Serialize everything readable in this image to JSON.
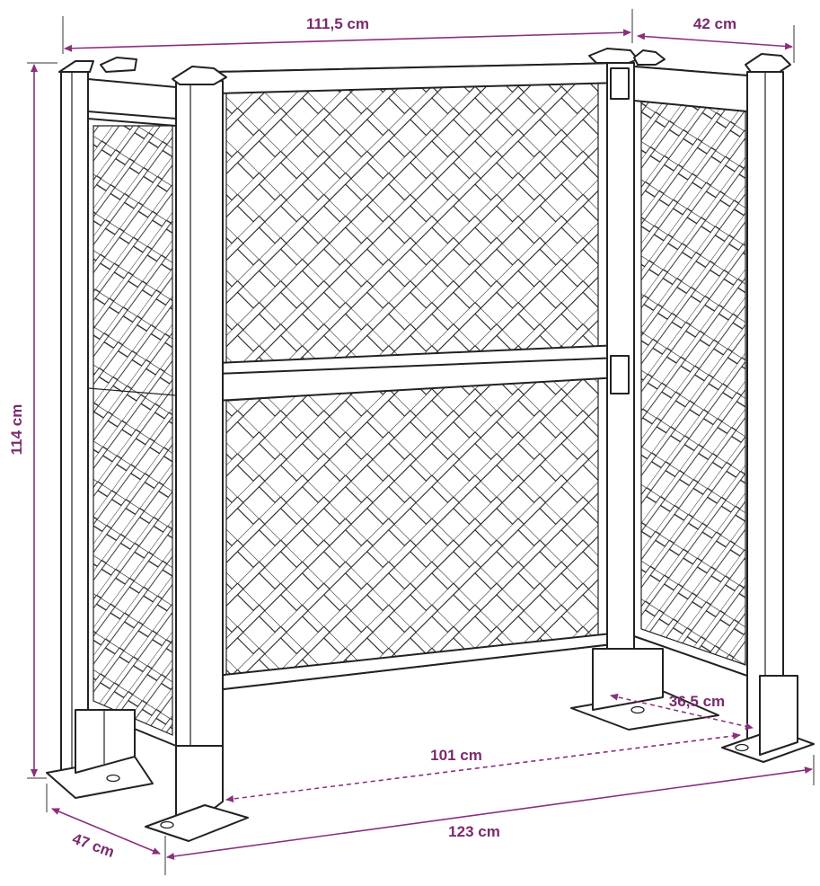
{
  "dimensions": {
    "top_width": "111,5 cm",
    "top_depth": "42 cm",
    "height": "114 cm",
    "inner_width": "101 cm",
    "inner_depth": "36,5 cm",
    "bottom_width": "123 cm",
    "bottom_depth": "47 cm"
  },
  "colors": {
    "dimension": "#8a2f7e",
    "label": "#7a2a6e",
    "outline": "#222222"
  }
}
